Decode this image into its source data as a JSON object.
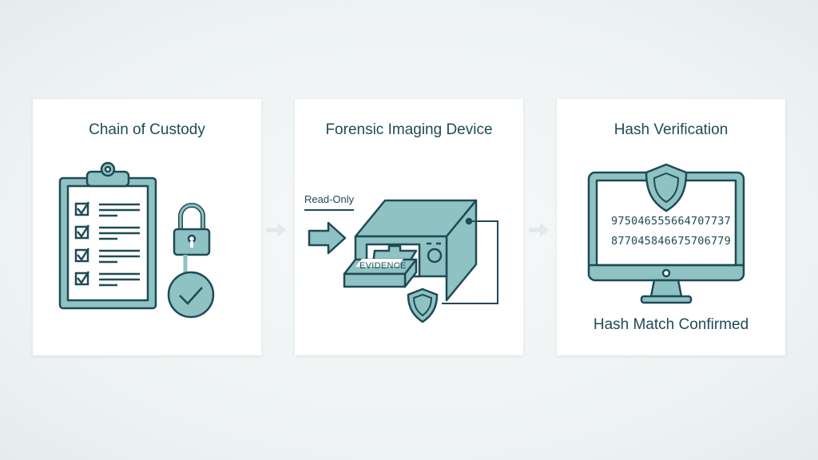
{
  "colors": {
    "fill": "#8fc3c3",
    "stroke": "#1f4a56",
    "background": "#eef3f4",
    "panel": "#ffffff"
  },
  "panels": [
    {
      "title": "Chain of Custody",
      "icons": [
        "clipboard-checklist-icon",
        "padlock-icon",
        "check-circle-icon"
      ],
      "checklist_items": 4
    },
    {
      "title": "Forensic Imaging Device",
      "read_only_label": "Read-Only",
      "drive_label": "EVIDENCE",
      "icons": [
        "arrow-right-icon",
        "imaging-device-icon",
        "shield-icon"
      ]
    },
    {
      "title": "Hash Verification",
      "hashes": [
        "975046555664707737",
        "877045846675706779"
      ],
      "footer": "Hash Match Confirmed",
      "icons": [
        "monitor-icon",
        "shield-icon"
      ]
    }
  ],
  "connectors": [
    "arrow-right-icon",
    "arrow-right-icon"
  ]
}
